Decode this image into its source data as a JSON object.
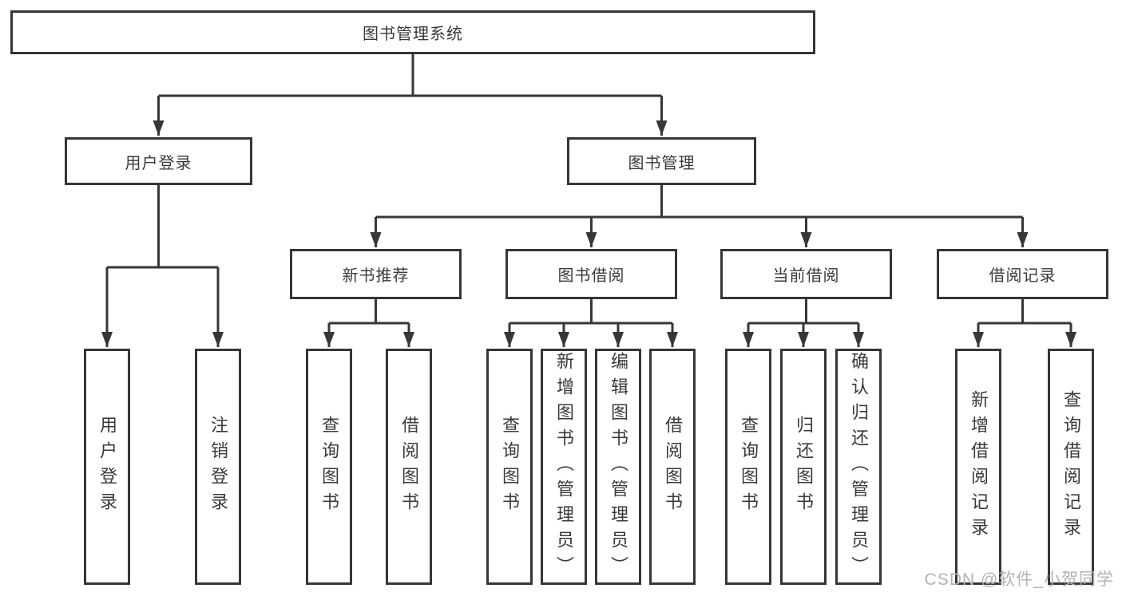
{
  "tree": {
    "label": "图书管理系统",
    "children": [
      {
        "label": "用户登录",
        "children": [
          {
            "label": "用户登录"
          },
          {
            "label": "注销登录"
          }
        ]
      },
      {
        "label": "图书管理",
        "children": [
          {
            "label": "新书推荐",
            "children": [
              {
                "label": "查询图书"
              },
              {
                "label": "借阅图书"
              }
            ]
          },
          {
            "label": "图书借阅",
            "children": [
              {
                "label": "查询图书"
              },
              {
                "label": "新增图书（管理员）"
              },
              {
                "label": "编辑图书（管理员）"
              },
              {
                "label": "借阅图书"
              }
            ]
          },
          {
            "label": "当前借阅",
            "children": [
              {
                "label": "查询图书"
              },
              {
                "label": "归还图书"
              },
              {
                "label": "确认归还（管理员）"
              }
            ]
          },
          {
            "label": "借阅记录",
            "children": [
              {
                "label": "新增借阅记录"
              },
              {
                "label": "查询借阅记录"
              }
            ]
          }
        ]
      }
    ]
  },
  "watermark": {
    "text": "CSDN @软件_小贺同学"
  },
  "colors": {
    "line": "#373737",
    "box_border": "#363636",
    "box_fill": "#ffffff",
    "text": "#3a3a3a",
    "watermark": "#b3b3b3"
  }
}
